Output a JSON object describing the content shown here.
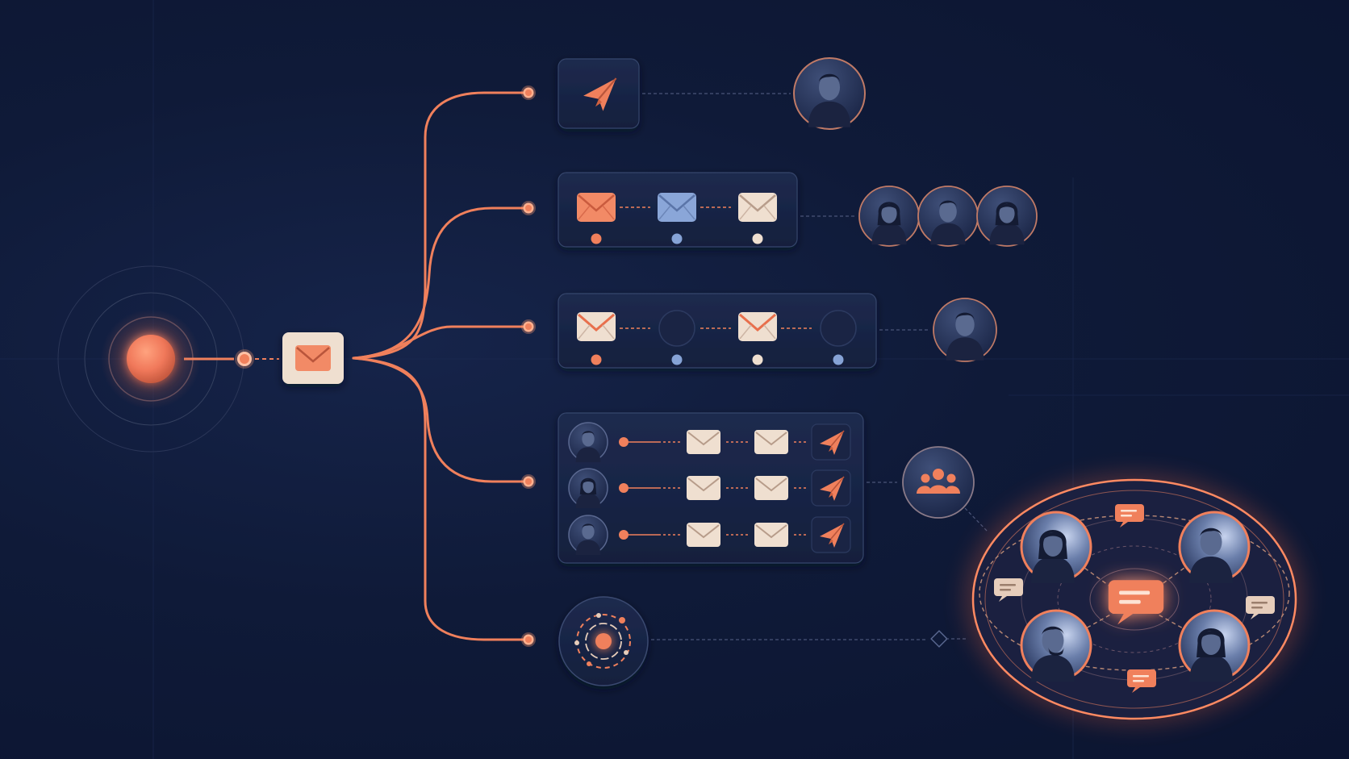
{
  "diagram": {
    "source": {
      "node_icon": "glowing-orb-icon",
      "message_icon": "envelope-icon"
    },
    "branches": [
      {
        "kind": "single-send",
        "icons": [
          "paper-plane-icon"
        ],
        "recipient": "single-person-icon"
      },
      {
        "kind": "sequence-of-three",
        "icons": [
          "envelope-icon",
          "envelope-icon",
          "envelope-icon"
        ],
        "recipient": "group-of-three-icon"
      },
      {
        "kind": "alternating-steps",
        "icons": [
          "envelope-icon",
          "wait-step-icon",
          "envelope-icon",
          "wait-step-icon"
        ],
        "recipient": "single-person-icon"
      },
      {
        "kind": "per-recipient-rows",
        "rows": 3,
        "icons": [
          "person-icon",
          "envelope-icon",
          "envelope-icon",
          "paper-plane-icon"
        ],
        "recipient": "people-group-icon"
      },
      {
        "kind": "orbit",
        "icons": [
          "orbit-icon"
        ],
        "recipient": "conversation-network"
      }
    ],
    "network": {
      "people": 4,
      "bubbles": 5,
      "center_icon": "chat-bubble-icon"
    }
  },
  "colors": {
    "background": "#0f1a38",
    "accent": "#f0805c",
    "accent_light": "#ff9a72",
    "cream": "#efe0d2",
    "blue": "#86a3d6",
    "card": "#1a2647",
    "card_border": "#34446b"
  }
}
